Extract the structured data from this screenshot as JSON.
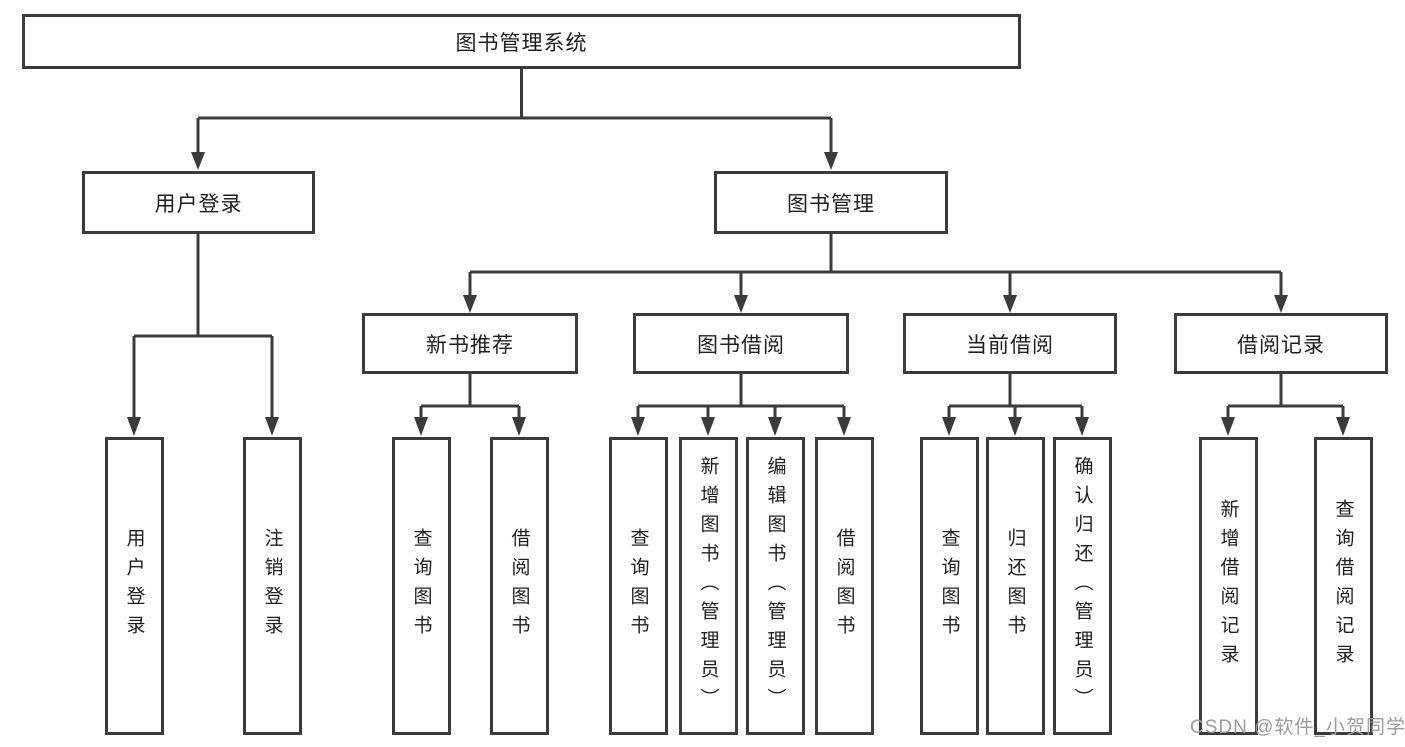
{
  "colors": {
    "line": "#3b3b3b",
    "box_border": "#3b3b3b",
    "text": "#1f1f1f",
    "watermark": "#9c9c9c",
    "background": "#ffffff"
  },
  "watermark": {
    "text": "CSDN @软件_小贺同学"
  },
  "tree": {
    "label": "图书管理系统",
    "children": [
      {
        "label": "用户登录",
        "children": [
          {
            "label": "用户登录"
          },
          {
            "label": "注销登录"
          }
        ]
      },
      {
        "label": "图书管理",
        "children": [
          {
            "label": "新书推荐",
            "children": [
              {
                "label": "查询图书"
              },
              {
                "label": "借阅图书"
              }
            ]
          },
          {
            "label": "图书借阅",
            "children": [
              {
                "label": "查询图书"
              },
              {
                "label": "新增图书（管理员）"
              },
              {
                "label": "编辑图书（管理员）"
              },
              {
                "label": "借阅图书"
              }
            ]
          },
          {
            "label": "当前借阅",
            "children": [
              {
                "label": "查询图书"
              },
              {
                "label": "归还图书"
              },
              {
                "label": "确认归还（管理员）"
              }
            ]
          },
          {
            "label": "借阅记录",
            "children": [
              {
                "label": "新增借阅记录"
              },
              {
                "label": "查询借阅记录"
              }
            ]
          }
        ]
      }
    ]
  }
}
